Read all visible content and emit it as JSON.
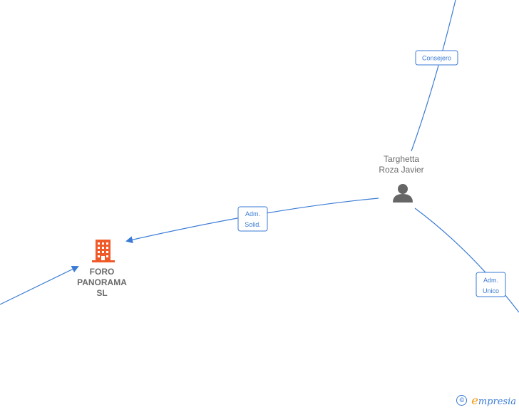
{
  "nodes": {
    "person": {
      "name_lines": [
        "Targhetta",
        "Roza Javier"
      ],
      "icon": "person-icon",
      "color": "#666666"
    },
    "company": {
      "name_lines": [
        "FORO",
        "PANORAMA",
        "SL"
      ],
      "icon": "building-icon",
      "color": "#f05a28"
    }
  },
  "edge_labels": {
    "consejero": [
      "Consejero"
    ],
    "adm_solid": [
      "Adm.",
      "Solid."
    ],
    "adm_unico": [
      "Adm.",
      "Unico"
    ]
  },
  "colors": {
    "edge": "#3a7bd5",
    "node_text": "#6b6b6b",
    "brand_accent": "#f39200"
  },
  "watermark": {
    "symbol": "©",
    "brand_initial": "e",
    "brand_rest": "mpresia"
  }
}
